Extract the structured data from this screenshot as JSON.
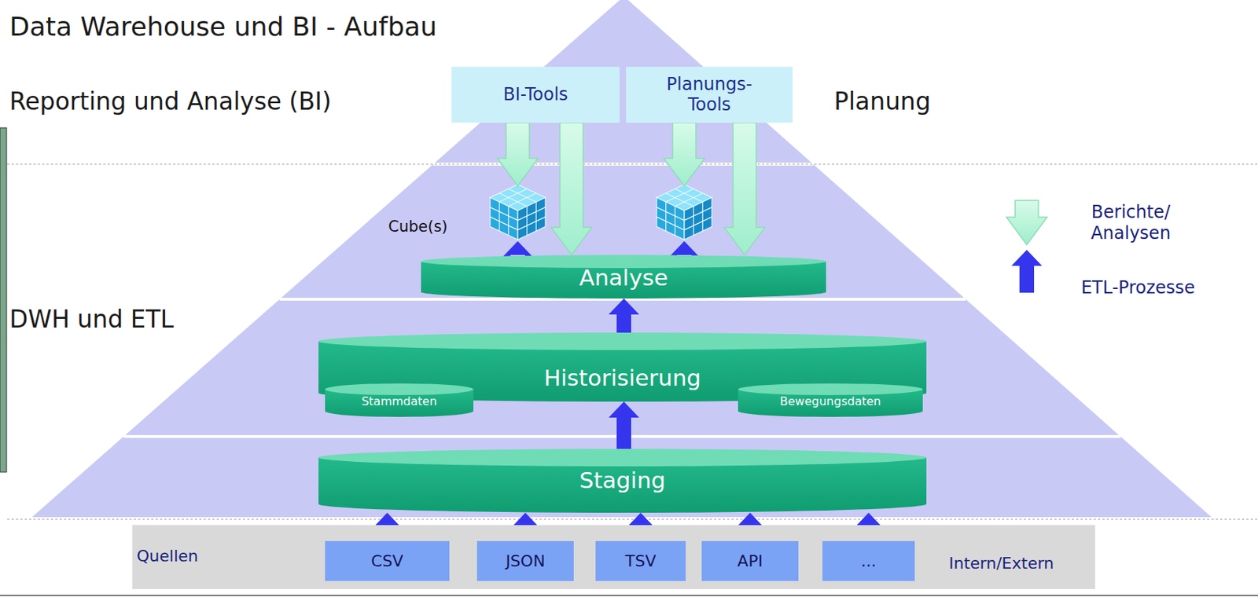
{
  "diagram": {
    "title": "Data Warehouse und BI - Aufbau",
    "nodes": [
      {
        "text": [
          "BI-Tools"
        ]
      },
      {
        "text": [
          "Planungs- Tools"
        ]
      },
      {
        "text": [
          "Analyse"
        ]
      },
      {
        "text": [
          "Historisierung"
        ]
      },
      {
        "text": [
          "Stammdaten"
        ],
        "in": 3
      },
      {
        "text": [
          "Bewegungsdaten"
        ],
        "in": 3
      },
      {
        "text": [
          "Staging"
        ]
      },
      {
        "text": [
          "Quellen",
          "Intern/Extern"
        ]
      },
      {
        "text": [
          "CSV"
        ],
        "in": 7
      },
      {
        "text": [
          "JSON"
        ],
        "in": 7
      },
      {
        "text": [
          "TSV"
        ],
        "in": 7
      },
      {
        "text": [
          "API"
        ],
        "in": 7
      },
      {
        "text": [
          "..."
        ],
        "in": 7
      }
    ],
    "edges": [
      {
        "from": 8,
        "to": 6,
        "arrow": "to"
      },
      {
        "from": 9,
        "to": 6,
        "arrow": "to"
      },
      {
        "from": 10,
        "to": 6,
        "arrow": "to"
      },
      {
        "from": 11,
        "to": 6,
        "arrow": "to"
      },
      {
        "from": 12,
        "to": 6,
        "arrow": "to"
      },
      {
        "from": 6,
        "to": 3,
        "arrow": "to"
      },
      {
        "from": 3,
        "to": 2,
        "arrow": "to"
      },
      {
        "from": 0,
        "to": 2,
        "arrow": "to"
      },
      {
        "from": 1,
        "to": 2,
        "arrow": "to"
      }
    ],
    "labels": [
      "Reporting und Analyse (BI)",
      "Planung",
      "DWH und ETL",
      "Cube(s)"
    ],
    "legend": [
      {
        "text": "Berichte/ Analysen"
      },
      {
        "text": "ETL-Prozesse"
      }
    ]
  }
}
